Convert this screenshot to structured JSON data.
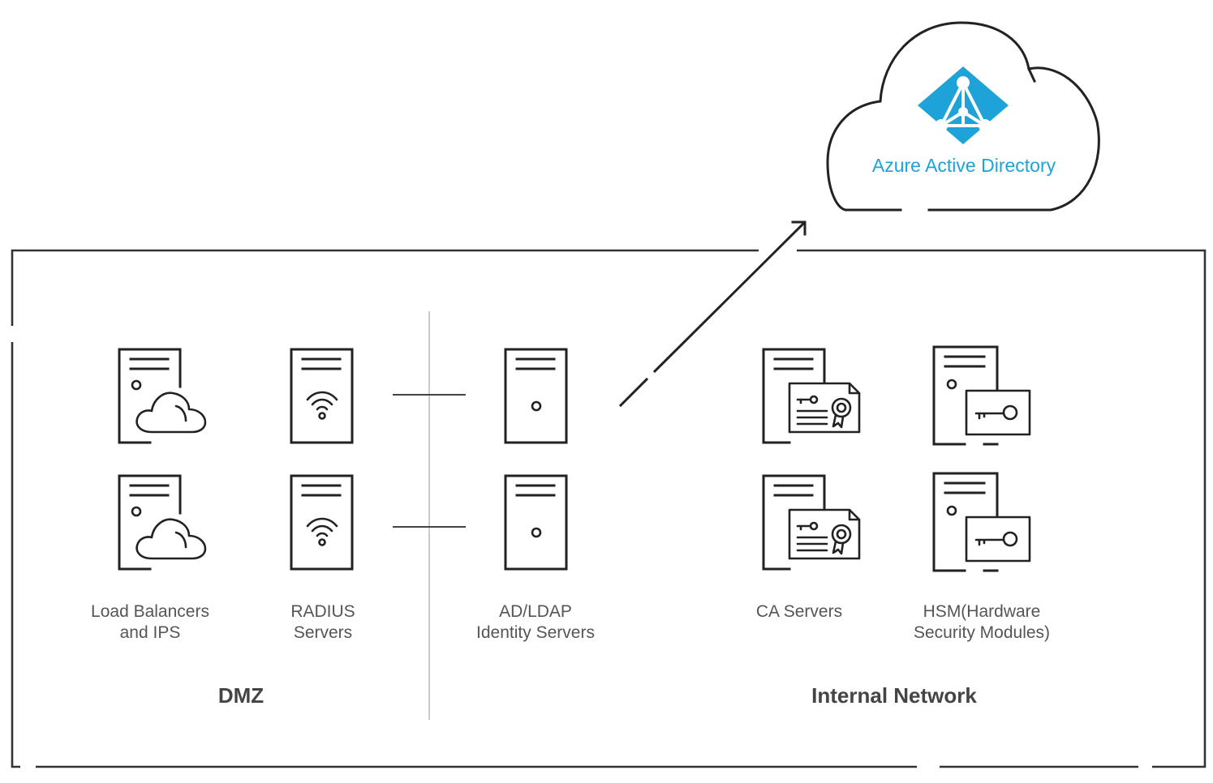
{
  "cloud": {
    "title": "Azure Active Directory",
    "icon": "azure-ad-icon",
    "accent_color": "#1ea3d8"
  },
  "zones": {
    "dmz": "DMZ",
    "internal": "Internal Network"
  },
  "groups": [
    {
      "id": "load-balancers",
      "line1": "Load Balancers",
      "line2": "and IPS",
      "icon": "cloud-server-icon"
    },
    {
      "id": "radius",
      "line1": "RADIUS",
      "line2": "Servers",
      "icon": "wifi-server-icon"
    },
    {
      "id": "ad-ldap",
      "line1": "AD/LDAP",
      "line2": "Identity Servers",
      "icon": "plain-server-icon"
    },
    {
      "id": "ca",
      "line1": "CA Servers",
      "line2": "",
      "icon": "certificate-server-icon"
    },
    {
      "id": "hsm",
      "line1": "HSM(Hardware",
      "line2": "Security Modules)",
      "icon": "key-server-icon"
    }
  ]
}
